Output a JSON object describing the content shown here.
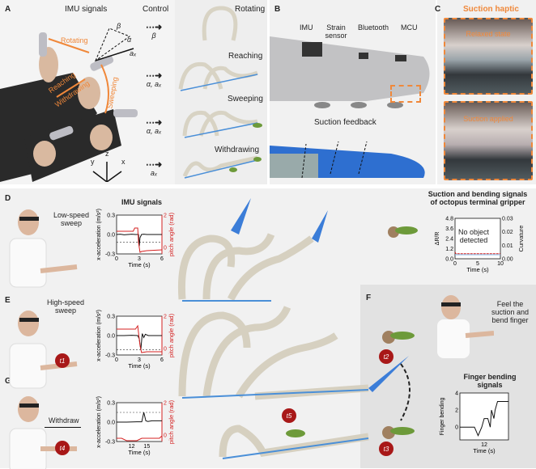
{
  "panel_labels": {
    "a": "A",
    "b": "B",
    "c": "C",
    "d": "D",
    "e": "E",
    "f": "F",
    "g": "G"
  },
  "panel_a": {
    "title_imu": "IMU signals",
    "title_control": "Control",
    "gestures": [
      "Rotating",
      "Reaching",
      "Withdrawing",
      "Sweeping"
    ],
    "angle_labels": {
      "beta": "β",
      "alpha": "α",
      "ax": "aₓ"
    },
    "axes": {
      "x": "x",
      "y": "y",
      "z": "z"
    },
    "controls": [
      {
        "signal": "β",
        "action": "Rotating"
      },
      {
        "signal": "α, aₓ",
        "action": "Reaching"
      },
      {
        "signal": "α, aₓ",
        "action": "Sweeping"
      },
      {
        "signal": "aₓ",
        "action": "Withdrawing"
      }
    ]
  },
  "panel_b": {
    "components": [
      "IMU",
      "Strain sensor",
      "Bluetooth",
      "MCU"
    ],
    "suction_label": "Suction feedback"
  },
  "panel_c": {
    "title": "Suction haptic",
    "states": [
      "Relaxed state",
      "Suction applied"
    ]
  },
  "panel_d": {
    "caption": "Low-speed sweep",
    "chart_title": "IMU signals"
  },
  "panel_e": {
    "caption": "High-speed sweep",
    "badge": "t1"
  },
  "panel_g": {
    "caption": "Withdraw",
    "badge": "t4"
  },
  "panel_f": {
    "caption": "Feel the suction and bend finger",
    "badges": [
      "t2",
      "t3",
      "t5"
    ]
  },
  "suction_chart": {
    "title_line1": "Suction and bending signals",
    "title_line2": "of octopus terminal gripper",
    "annotation_line1": "No object",
    "annotation_line2": "detected"
  },
  "finger_chart": {
    "title_line1": "Finger bending",
    "title_line2": "signals"
  },
  "colors": {
    "orange": "#f0883a",
    "red": "#d42020",
    "badge": "#a81818",
    "blue": "#4a8fd8"
  },
  "chart_data": [
    {
      "id": "imu-d",
      "type": "line",
      "xlabel": "Time (s)",
      "ylabel": "x-acceleration (m/s²)",
      "ylabel_right": "pitch angle (rad)",
      "xlim": [
        0,
        6
      ],
      "ylim": [
        -0.3,
        0.3
      ],
      "ylim_right": [
        -0.4,
        2
      ],
      "xticks": [
        "0",
        "3",
        "6"
      ],
      "xtick_vals": [
        0,
        3,
        6
      ],
      "yticks": [
        "-0.3",
        "0.0",
        "0.3"
      ],
      "ytick_vals": [
        -0.3,
        0,
        0.3
      ],
      "yticks_right": [
        "0",
        "2"
      ],
      "ytick_right_vals": [
        0,
        2
      ],
      "dashed_y": -0.12,
      "series": [
        {
          "name": "x-acceleration",
          "axis": "left",
          "color": "#111",
          "x": [
            0,
            0.5,
            1,
            1.5,
            2,
            2.5,
            2.9,
            3.0,
            3.1,
            3.3,
            3.6,
            4,
            5,
            6
          ],
          "y": [
            0,
            0.005,
            -0.005,
            0,
            0.005,
            0,
            0,
            -0.18,
            -0.05,
            0,
            0.005,
            0,
            0,
            0
          ]
        },
        {
          "name": "pitch angle",
          "axis": "right",
          "color": "#d42020",
          "x": [
            0,
            2.2,
            2.4,
            2.8,
            2.9,
            3.1,
            3.3,
            4,
            6
          ],
          "y": [
            1.0,
            1.0,
            1.2,
            1.2,
            0.3,
            -0.3,
            -0.25,
            -0.2,
            -0.15
          ]
        }
      ]
    },
    {
      "id": "imu-e",
      "type": "line",
      "xlabel": "Time (s)",
      "ylabel": "x-acceleration (m/s²)",
      "ylabel_right": "pitch angle (rad)",
      "xlim": [
        0,
        6
      ],
      "ylim": [
        -0.3,
        0.3
      ],
      "ylim_right": [
        -0.4,
        2
      ],
      "xticks": [
        "0",
        "3",
        "6"
      ],
      "xtick_vals": [
        0,
        3,
        6
      ],
      "yticks": [
        "-0.3",
        "0.0",
        "0.3"
      ],
      "ytick_vals": [
        -0.3,
        0,
        0.3
      ],
      "yticks_right": [
        "0",
        "2"
      ],
      "ytick_right_vals": [
        0,
        2
      ],
      "dashed_y": -0.22,
      "series": [
        {
          "name": "x-acceleration",
          "axis": "left",
          "color": "#111",
          "x": [
            0,
            1,
            2,
            2.8,
            3.0,
            3.2,
            3.4,
            3.6,
            3.8,
            4.2,
            5,
            6
          ],
          "y": [
            0,
            0,
            0.005,
            0,
            -0.05,
            -0.22,
            0.03,
            -0.03,
            0.02,
            0,
            0,
            0
          ]
        },
        {
          "name": "pitch angle",
          "axis": "right",
          "color": "#d42020",
          "x": [
            0,
            2.5,
            2.8,
            3.1,
            3.3,
            4,
            6
          ],
          "y": [
            1.2,
            1.2,
            1.4,
            0.2,
            -0.25,
            -0.2,
            -0.2
          ]
        }
      ]
    },
    {
      "id": "imu-g",
      "type": "line",
      "xlabel": "Time (s)",
      "ylabel": "x-acceleration (m/s²)",
      "ylabel_right": "pitch angle (rad)",
      "xlim": [
        9,
        18
      ],
      "ylim": [
        -0.3,
        0.3
      ],
      "ylim_right": [
        -0.4,
        2
      ],
      "xticks": [
        "12",
        "15"
      ],
      "xtick_vals": [
        12,
        15
      ],
      "yticks": [
        "-0.3",
        "0.0",
        "0.3"
      ],
      "ytick_vals": [
        -0.3,
        0,
        0.3
      ],
      "yticks_right": [
        "0",
        "2"
      ],
      "ytick_right_vals": [
        0,
        2
      ],
      "dashed_y": 0.15,
      "series": [
        {
          "name": "x-acceleration",
          "axis": "left",
          "color": "#111",
          "x": [
            9,
            11,
            13,
            14,
            14.4,
            14.8,
            15.2,
            16,
            18
          ],
          "y": [
            0,
            0,
            0.005,
            0.005,
            0.15,
            0.02,
            0.01,
            0.02,
            0.02
          ]
        },
        {
          "name": "pitch angle",
          "axis": "right",
          "color": "#d42020",
          "x": [
            9,
            10,
            11,
            13,
            14,
            15,
            16,
            17.5,
            18
          ],
          "y": [
            -0.2,
            -0.2,
            -0.35,
            -0.35,
            -0.2,
            -0.2,
            -0.2,
            -0.2,
            -0.05
          ]
        }
      ]
    },
    {
      "id": "suction",
      "type": "line",
      "xlabel": "Time (s)",
      "ylabel": "ΔR/R",
      "ylabel_right": "Curvature",
      "xlim": [
        0,
        10
      ],
      "ylim": [
        0,
        4.8
      ],
      "ylim_right": [
        0,
        0.03
      ],
      "xticks": [
        "0",
        "5",
        "10"
      ],
      "xtick_vals": [
        0,
        5,
        10
      ],
      "yticks": [
        "0.0",
        "1.2",
        "2.4",
        "3.6",
        "4.8"
      ],
      "ytick_vals": [
        0,
        1.2,
        2.4,
        3.6,
        4.8
      ],
      "yticks_right": [
        "0.00",
        "0.01",
        "0.02",
        "0.03"
      ],
      "ytick_right_vals": [
        0,
        0.01,
        0.02,
        0.03
      ],
      "series": [
        {
          "name": "ΔR/R",
          "axis": "left",
          "color": "#d42020",
          "x": [
            0,
            0.2,
            0.5,
            10
          ],
          "y": [
            0.8,
            0.6,
            0.6,
            0.6
          ]
        },
        {
          "name": "Curvature",
          "axis": "right",
          "color": "#7fb8e8",
          "x": [
            0,
            10
          ],
          "y": [
            0.003,
            0.003
          ]
        }
      ]
    },
    {
      "id": "finger",
      "type": "line",
      "xlabel": "Time (s)",
      "ylabel": "Finger bending",
      "xlim": [
        10,
        14
      ],
      "ylim": [
        -1.5,
        4
      ],
      "xticks": [
        "12"
      ],
      "xtick_vals": [
        12
      ],
      "yticks": [
        "0",
        "2",
        "4"
      ],
      "ytick_vals": [
        0,
        2,
        4
      ],
      "series": [
        {
          "name": "Finger bending",
          "axis": "left",
          "color": "#111",
          "x": [
            10,
            11.2,
            11.5,
            11.8,
            12.0,
            12.3,
            12.5,
            12.6,
            12.8,
            12.9,
            13.1,
            13.4,
            14
          ],
          "y": [
            0,
            0,
            -1,
            0,
            1,
            1,
            0,
            2,
            1,
            2,
            3,
            3,
            3
          ]
        }
      ]
    }
  ]
}
